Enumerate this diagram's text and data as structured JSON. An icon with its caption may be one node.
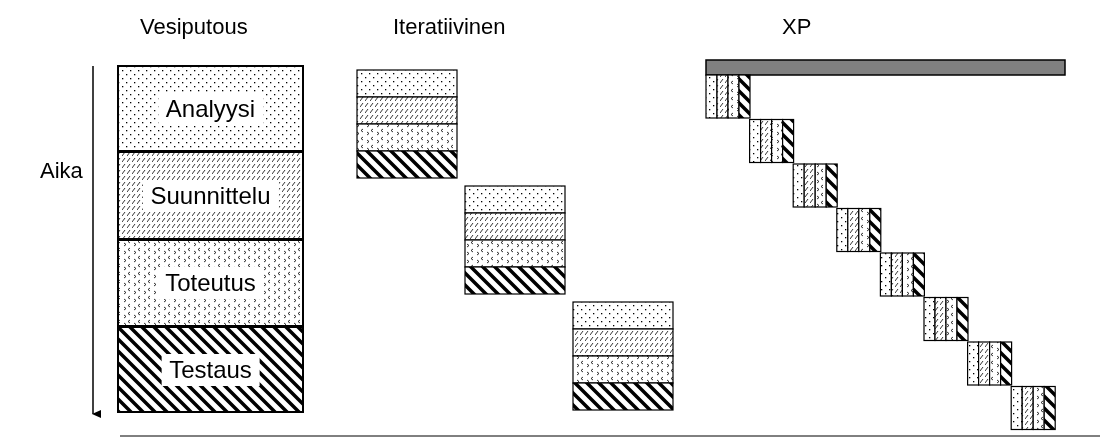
{
  "diagram": {
    "nodes": [
      {
        "text": [
          "Analyysi"
        ]
      },
      {
        "text": [
          "Suunnittelu"
        ]
      },
      {
        "text": [
          "Toteutus"
        ]
      },
      {
        "text": [
          "Testaus"
        ]
      }
    ],
    "labels": [
      "Vesiputous",
      "Iteratiivinen",
      "XP",
      "Aika"
    ]
  }
}
